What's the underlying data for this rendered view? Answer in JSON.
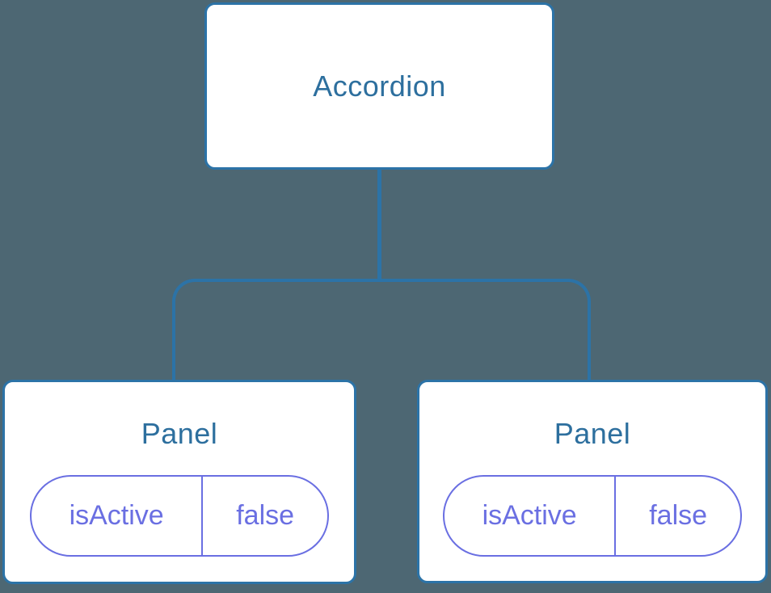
{
  "diagram": {
    "root": {
      "label": "Accordion"
    },
    "children": [
      {
        "label": "Panel",
        "state": {
          "key": "isActive",
          "value": "false"
        }
      },
      {
        "label": "Panel",
        "state": {
          "key": "isActive",
          "value": "false"
        }
      }
    ],
    "colors": {
      "background": "#4D6773",
      "connector": "#2C73A7",
      "node_border": "#2C73A7",
      "node_bg": "#FFFFFF",
      "node_text": "#2D6F9E",
      "state_accent": "#6A6FE2"
    }
  }
}
